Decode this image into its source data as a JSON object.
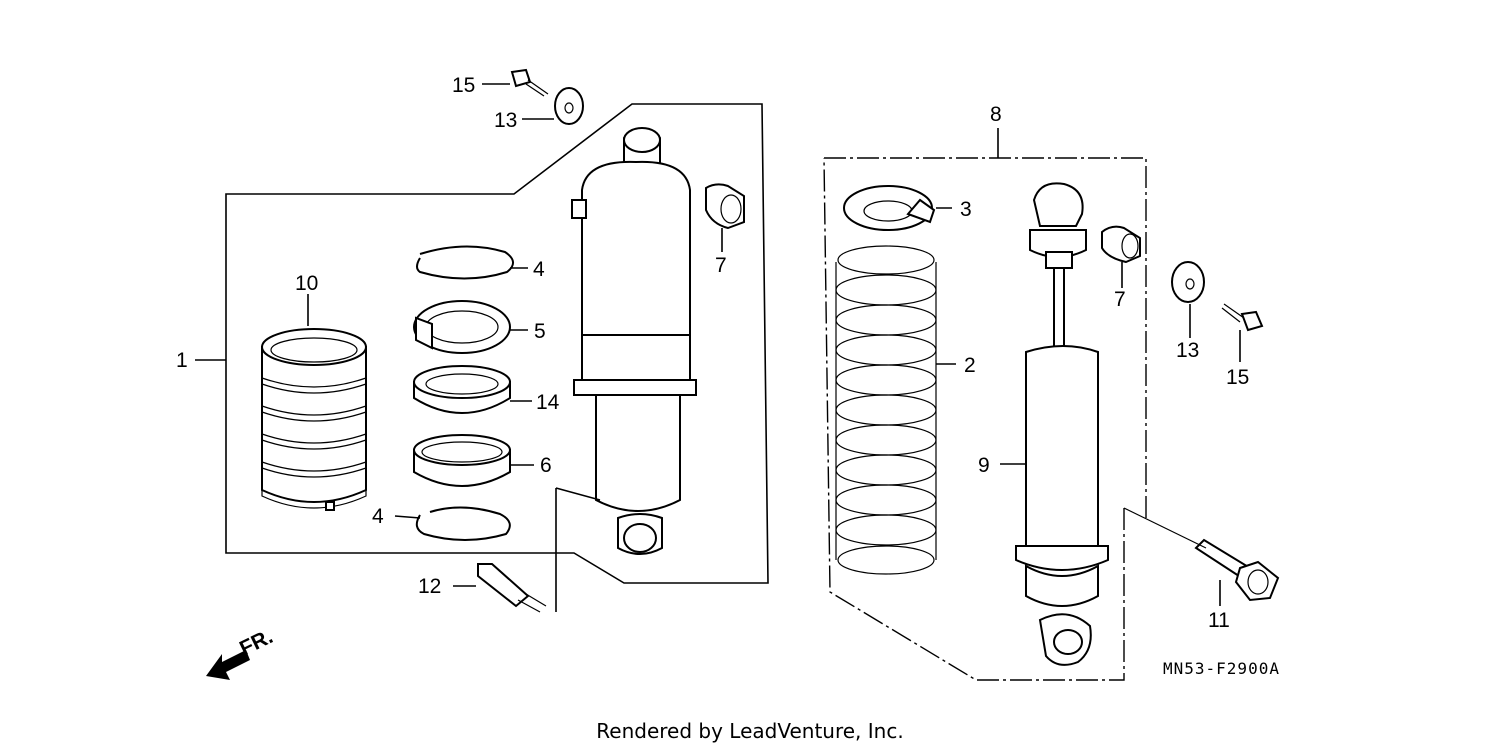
{
  "callouts": {
    "c1": "1",
    "c2": "2",
    "c3": "3",
    "c4a": "4",
    "c4b": "4",
    "c5": "5",
    "c6": "6",
    "c7a": "7",
    "c7b": "7",
    "c8": "8",
    "c9": "9",
    "c10": "10",
    "c11": "11",
    "c12": "12",
    "c13a": "13",
    "c13b": "13",
    "c14": "14",
    "c15a": "15",
    "c15b": "15"
  },
  "front_indicator": "FR.",
  "diagram_code": "MN53-F2900A",
  "footer_text": "Rendered by LeadVenture, Inc."
}
